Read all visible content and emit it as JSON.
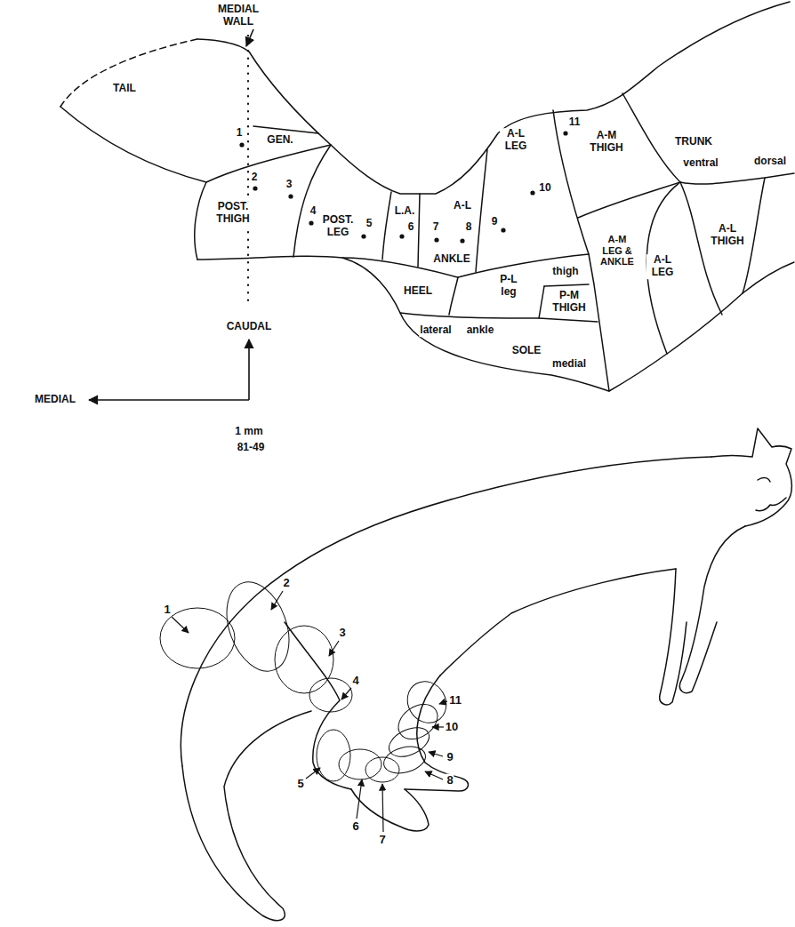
{
  "diagram": {
    "labels": [
      "MEDIAL WALL",
      "TAIL",
      "1",
      "GEN.",
      "2",
      "POST. THIGH",
      "3",
      "4",
      "POST. LEG",
      "5",
      "L.A.",
      "6",
      "7",
      "A-L",
      "8",
      "ANKLE",
      "9",
      "A-L LEG",
      "10",
      "11",
      "A-M THIGH",
      "TRUNK",
      "ventral",
      "dorsal",
      "A-L THIGH",
      "A-L LEG",
      "HEEL",
      "thigh",
      "P-L leg",
      "A-M LEG & ANKLE",
      "P-M THIGH",
      "lateral",
      "ankle",
      "SOLE",
      "medial",
      "CAUDAL",
      "MEDIAL",
      "1 mm",
      "81-49",
      "1",
      "2",
      "3",
      "4",
      "5",
      "6",
      "7",
      "8",
      "9",
      "10",
      "11"
    ]
  }
}
